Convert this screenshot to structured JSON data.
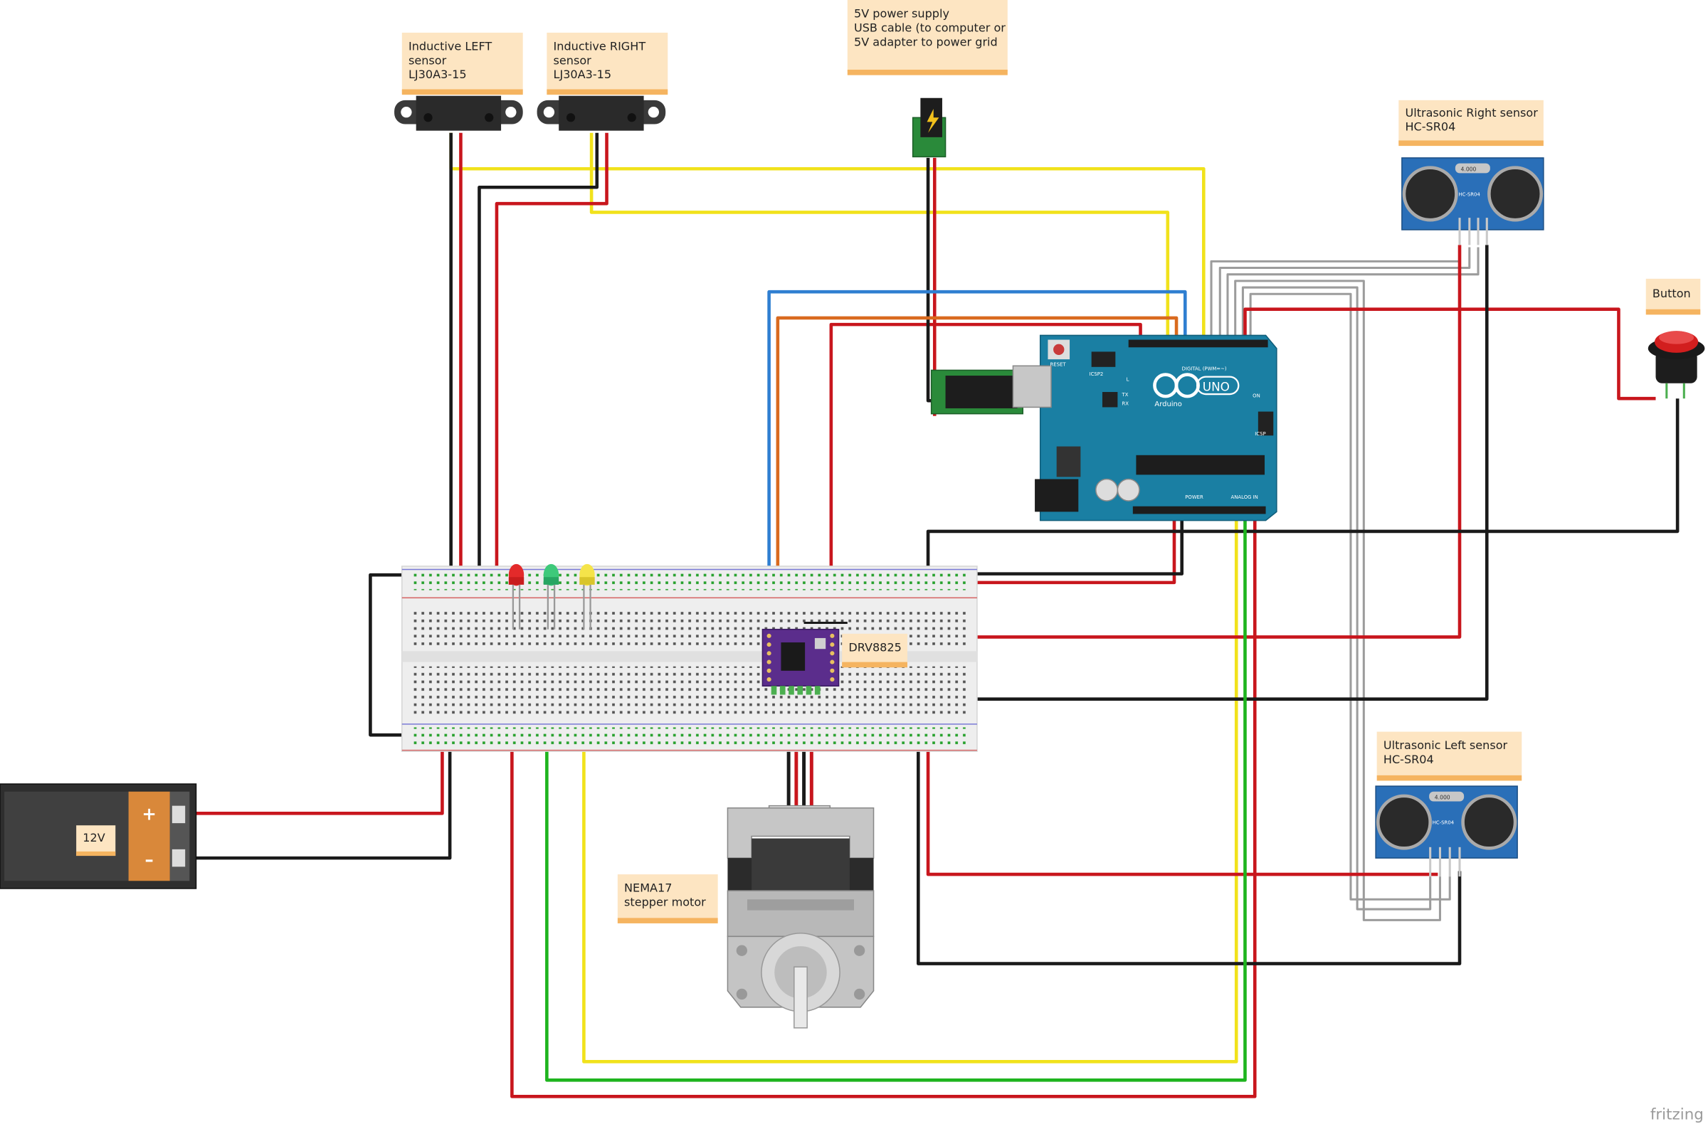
{
  "labels": {
    "inductive_left": [
      "Inductive LEFT",
      "sensor",
      "LJ30A3-15"
    ],
    "inductive_right": [
      "Inductive RIGHT",
      "sensor",
      "LJ30A3-15"
    ],
    "power_supply": [
      "5V power supply",
      "USB cable (to computer or",
      "5V adapter to power grid"
    ],
    "ultrasonic_right": [
      "Ultrasonic Right  sensor",
      "HC-SR04"
    ],
    "ultrasonic_left": [
      "Ultrasonic Left  sensor",
      "HC-SR04"
    ],
    "button": [
      "Button"
    ],
    "driver": [
      "DRV8825"
    ],
    "stepper": [
      "NEMA17",
      "stepper motor"
    ],
    "battery": [
      "12V"
    ]
  },
  "component_markings": {
    "sonar_crystal": "4.000",
    "sonar_model": "HC-SR04",
    "arduino_brand": "Arduino",
    "arduino_model": "UNO",
    "reset": "RESET",
    "icsp2": "ICSP2",
    "icsp": "ICSP",
    "digital_header": "DIGITAL (PWM=~)",
    "analog_header": "ANALOG IN",
    "power_header": "POWER",
    "on_led": "ON",
    "led_l": "L",
    "led_tx": "TX",
    "led_rx": "RX",
    "battery_plus": "+",
    "battery_minus": "–"
  },
  "watermark": "fritzing",
  "colors": {
    "wire_red": "#c8161d",
    "wire_black": "#1a1a1a",
    "wire_yellow": "#f1e21b",
    "wire_green": "#1eb41e",
    "wire_blue": "#2f7fd1",
    "wire_orange": "#d96a1e",
    "wire_gray": "#9a9a9a",
    "note_fill": "#fde5c2",
    "note_bar": "#f5b460",
    "arduino_blue": "#1a7fa3",
    "sonar_blue": "#2a6fb8",
    "driver_purple": "#5b2d8c"
  }
}
